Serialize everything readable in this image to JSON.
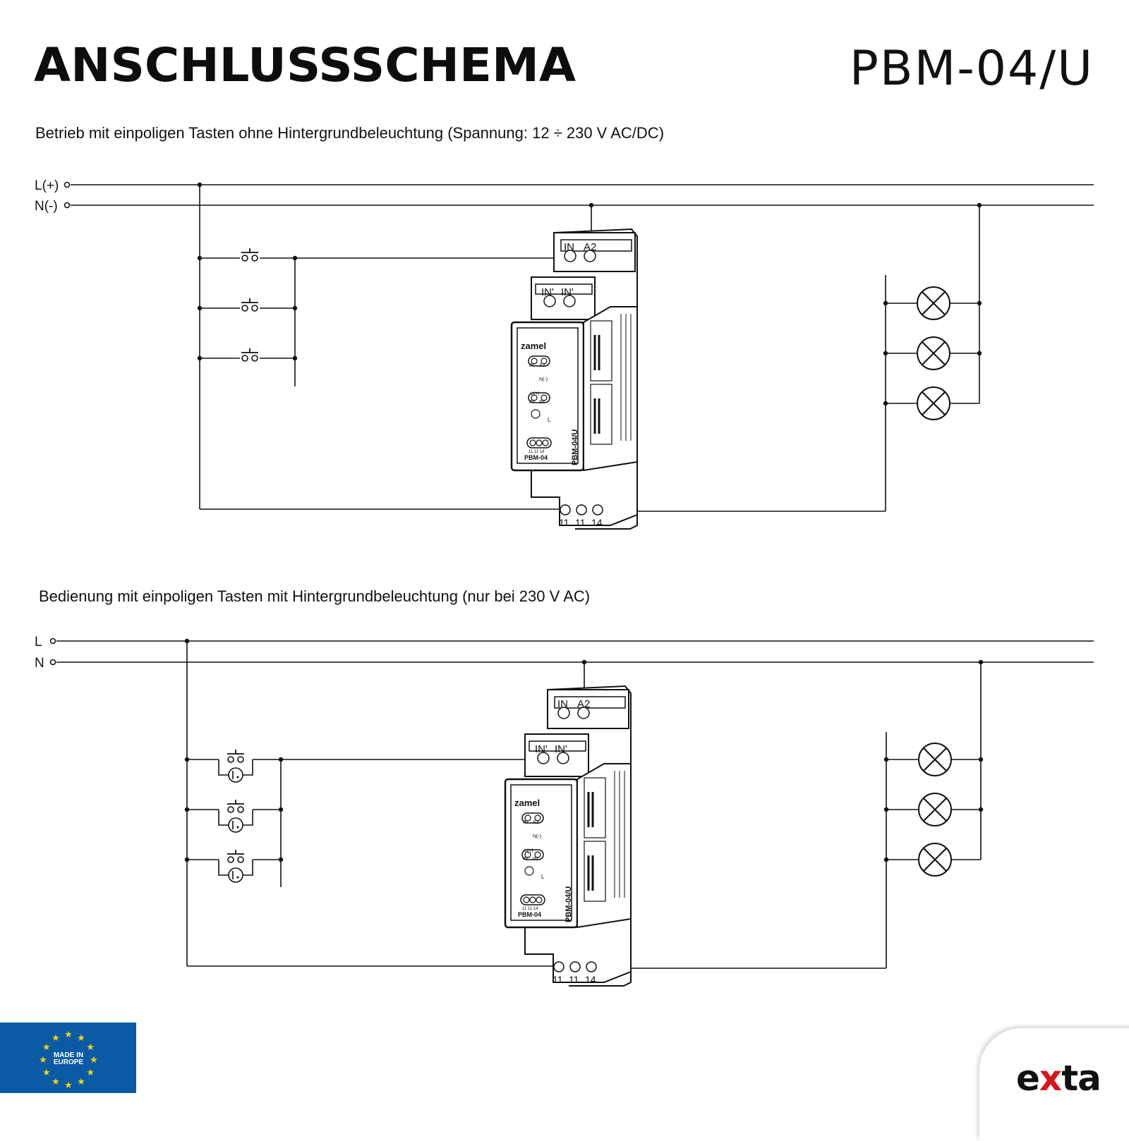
{
  "header": {
    "title": "ANSCHLUSSSCHEMA",
    "model": "PBM-04/U"
  },
  "diagrams": [
    {
      "caption": "Betrieb mit einpoligen Tasten ohne Hintergrundbeleuchtung (Spannung: 12 ÷ 230 V AC/DC)",
      "line_labels": [
        "L(+)",
        "N(-)"
      ]
    },
    {
      "caption": "Bedienung mit einpoligen Tasten mit Hintergrundbeleuchtung (nur bei 230 V AC)",
      "line_labels": [
        "L",
        "N"
      ]
    }
  ],
  "device": {
    "brand": "zamel",
    "model_label": "PBM-04/U",
    "face_label": "PBM-04",
    "top_terminals": [
      "IN",
      "A2"
    ],
    "mid_terminals": [
      "IN'",
      "IN'"
    ],
    "bottom_terminals": [
      "11",
      "11",
      "14"
    ],
    "face_terminals_top": [
      "IN",
      "A2"
    ],
    "face_terminals_mid": [
      "IN'",
      "IN'"
    ],
    "face_legend_l": "L(+)",
    "face_legend_n": "N(-)",
    "face_legend_lamp": "L",
    "face_bottom_nums": "11 11 14"
  },
  "badge": {
    "line1": "MADE IN",
    "line2": "EUROPE",
    "color": "#0a5aa6",
    "star_color": "#ffd400"
  },
  "logo": {
    "pre": "e",
    "x": "x",
    "post": "ta",
    "accent": "#d9141b"
  }
}
